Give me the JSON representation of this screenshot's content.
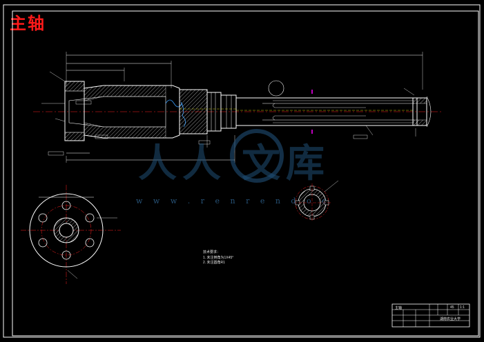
{
  "title": "主轴",
  "watermark": {
    "logo_chars_left": "人人",
    "logo_chars_right": "文库",
    "url": "w w w . r e n r e n d o c"
  },
  "technical_requirements": {
    "heading": "技术要求：",
    "items": [
      "1. 未注倒角为1X45°",
      "2. 未注圆角R1"
    ]
  },
  "title_block": {
    "name_cell": "主轴",
    "material": "45",
    "school": "湖南农业大学",
    "scale": "1:1"
  },
  "colors": {
    "background": "#000000",
    "outline": "#ffffff",
    "hatch": "#ffffff",
    "centerline": "#ff2020",
    "hidden": "#ffff00",
    "detail": "#3aa0ff",
    "cut": "#ff00ff",
    "title": "#ff1a1a"
  }
}
